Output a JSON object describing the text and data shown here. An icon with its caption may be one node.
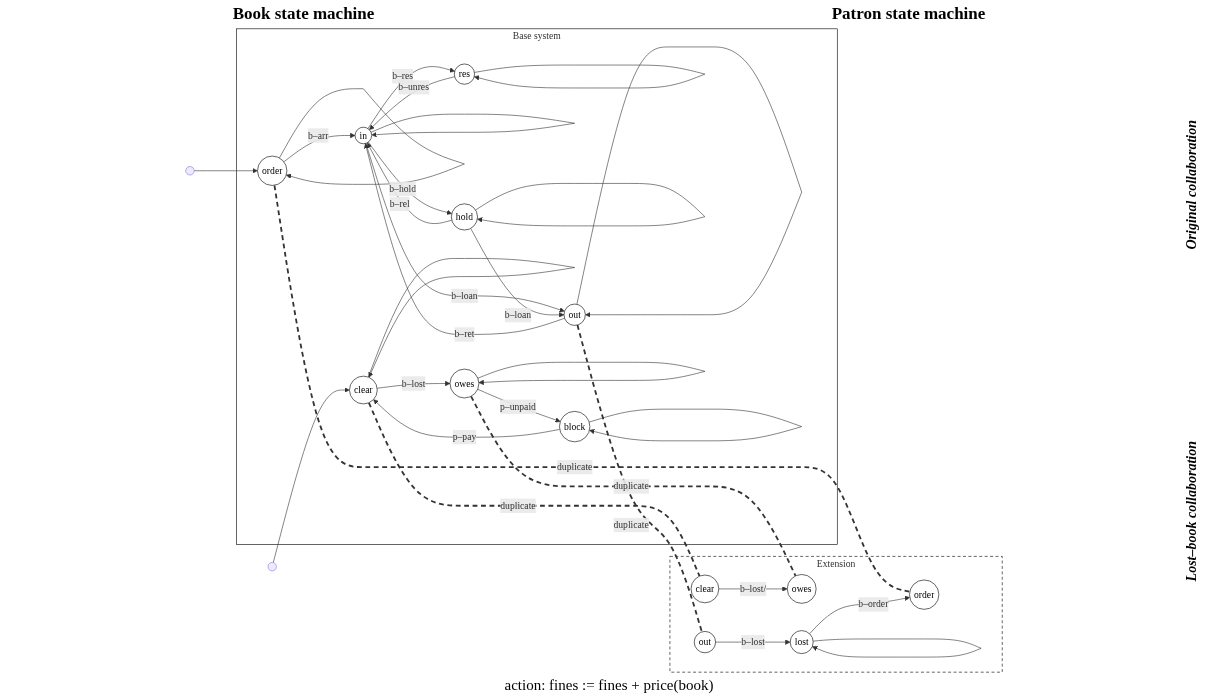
{
  "diagram": {
    "nodes": [
      {
        "text": [
          "Base system"
        ]
      },
      {
        "text": [
          "Extension"
        ]
      },
      {
        "text": [
          "order"
        ],
        "in": 0
      },
      {
        "text": [
          "in"
        ],
        "in": 0
      },
      {
        "text": [
          "out"
        ],
        "in": 0
      },
      {
        "text": [
          "clear"
        ],
        "in": 0
      },
      {
        "text": [
          "block"
        ],
        "in": 0
      },
      {
        "text": [
          "res"
        ],
        "in": 0
      },
      {
        "text": [
          "hold"
        ],
        "in": 0
      },
      {
        "text": [
          "owes"
        ],
        "in": 0
      },
      {
        "text": [
          "order"
        ],
        "in": 1
      },
      {
        "text": [
          "out"
        ],
        "in": 1
      },
      {
        "text": [
          "clear"
        ],
        "in": 1
      },
      {
        "text": [
          "owes"
        ],
        "in": 1
      },
      {
        "text": [
          "lost"
        ],
        "in": 1
      }
    ],
    "edges": [
      {
        "from": null,
        "to": 2,
        "arrow": "to"
      },
      {
        "from": 2,
        "to": 2,
        "arrow": "to"
      },
      {
        "from": 2,
        "to": 3,
        "label": "b–arr",
        "arrow": "to"
      },
      {
        "from": 3,
        "to": 3,
        "arrow": "to"
      },
      {
        "from": 3,
        "to": 4,
        "label": "b–loan",
        "arrow": "to"
      },
      {
        "from": 4,
        "to": 3,
        "label": "b–ret",
        "arrow": "to"
      },
      {
        "from": 4,
        "to": 4,
        "arrow": "to"
      },
      {
        "from": 7,
        "to": 3,
        "label": "b–unres",
        "arrow": "to"
      },
      {
        "from": 3,
        "to": 7,
        "label": "b–res",
        "arrow": "to"
      },
      {
        "from": 3,
        "to": 8,
        "label": "b–hold",
        "arrow": "to"
      },
      {
        "from": 8,
        "to": 3,
        "label": "b–rel",
        "arrow": "to"
      },
      {
        "from": 8,
        "to": 4,
        "label": "b–loan",
        "arrow": "to"
      },
      {
        "from": 7,
        "to": 7,
        "arrow": "to"
      },
      {
        "from": 8,
        "to": 8,
        "arrow": "to"
      },
      {
        "from": null,
        "to": 5,
        "arrow": "to"
      },
      {
        "from": 5,
        "to": 5,
        "arrow": "to"
      },
      {
        "from": 6,
        "to": 5,
        "label": "p–pay",
        "arrow": "to"
      },
      {
        "from": 5,
        "to": 9,
        "label": "b–lost",
        "arrow": "to"
      },
      {
        "from": 9,
        "to": 6,
        "label": "p–unpaid",
        "arrow": "to"
      },
      {
        "from": 6,
        "to": 6,
        "arrow": "to"
      },
      {
        "from": 9,
        "to": 9,
        "arrow": "to"
      },
      {
        "from": 2,
        "to": 10,
        "label": "duplicate",
        "arrow": "none",
        "style": "dashed"
      },
      {
        "from": 4,
        "to": 11,
        "label": "duplicate",
        "arrow": "none",
        "style": "dashed"
      },
      {
        "from": 5,
        "to": 12,
        "label": "duplicate",
        "arrow": "none",
        "style": "dashed"
      },
      {
        "from": 9,
        "to": 13,
        "label": "duplicate",
        "arrow": "none",
        "style": "dashed"
      },
      {
        "from": 11,
        "to": 14,
        "label": "b–lost",
        "arrow": "to"
      },
      {
        "from": 14,
        "to": 10,
        "label": "b–order",
        "arrow": "to"
      },
      {
        "from": 14,
        "to": 14,
        "arrow": "to"
      },
      {
        "from": 12,
        "to": 13,
        "label": "b–lost/",
        "arrow": "to"
      }
    ],
    "labels": [
      "Book state machine",
      "Patron state machine",
      "Original collaboration",
      "action: fines := fines + price(book)",
      "Lost–book collaboration"
    ]
  }
}
